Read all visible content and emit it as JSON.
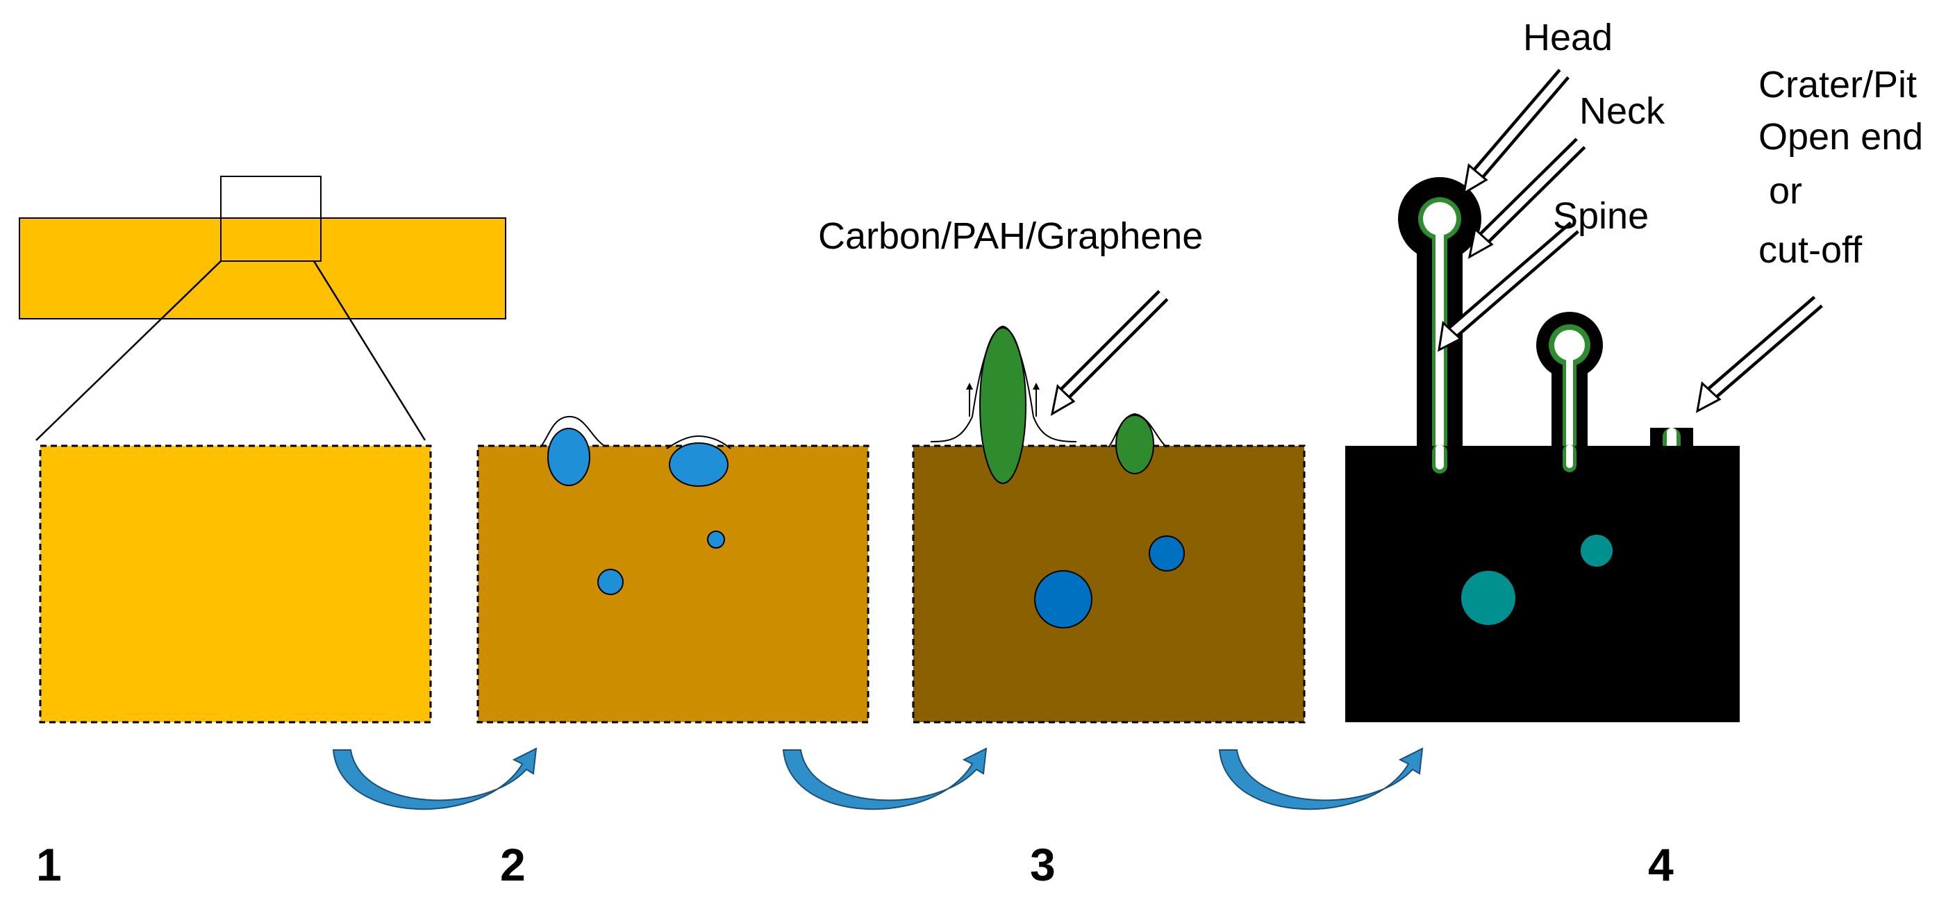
{
  "colors": {
    "stage1_fill": "#FFC000",
    "stage2_fill": "#CC8E00",
    "stage3_fill": "#8A6000",
    "stage4_fill": "#000000",
    "blue_inclusion": "#1F8FD8",
    "dark_blue_inclusion": "#0070C0",
    "teal_inclusion": "#009090",
    "green_carbon": "#2E8B2E",
    "curved_arrow": "#2F8FC8"
  },
  "icons": {
    "curved_arrow": "curved-arrow-icon",
    "pointer_arrow": "hollow-pointer-arrow-icon"
  },
  "labels": {
    "carbon": "Carbon/PAH/Graphene",
    "head": "Head",
    "neck": "Neck",
    "spine": "Spine",
    "crater_line1": "Crater/Pit",
    "crater_line2": "Open end",
    "crater_line3": " or",
    "crater_line4": "cut-off"
  },
  "stages": [
    {
      "number": "1"
    },
    {
      "number": "2"
    },
    {
      "number": "3"
    },
    {
      "number": "4"
    }
  ]
}
